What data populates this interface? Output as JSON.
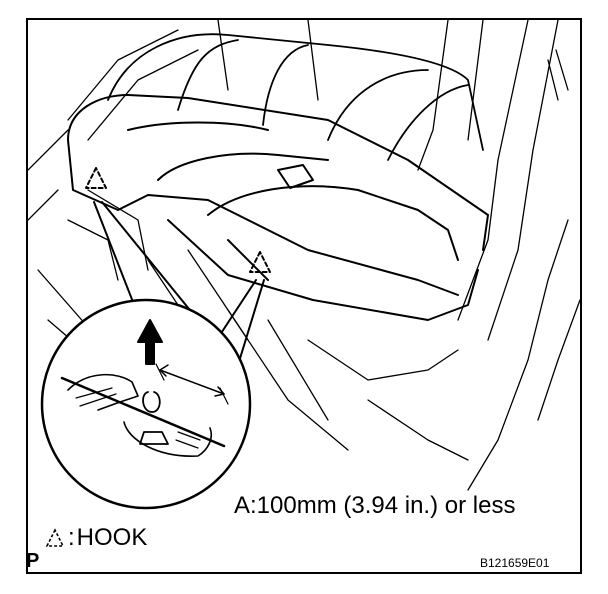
{
  "diagram": {
    "spec_note": "A:100mm (3.94 in.) or less",
    "legend": {
      "symbol": "hook-triangle-icon",
      "separator": ":",
      "label": "HOOK"
    },
    "page_code": "P",
    "figure_id": "B121659E01",
    "colors": {
      "line": "#000000",
      "background": "#ffffff"
    }
  }
}
